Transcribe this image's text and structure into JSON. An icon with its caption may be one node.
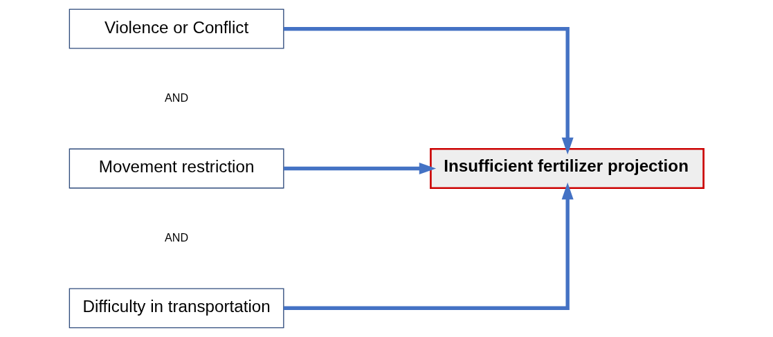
{
  "diagram": {
    "nodes": [
      {
        "text": [
          "Violence or Conflict"
        ]
      },
      {
        "text": [
          "Movement restriction"
        ]
      },
      {
        "text": [
          "Difficulty in transportation"
        ]
      },
      {
        "text": [
          "Insufficient fertilizer projection"
        ]
      }
    ],
    "edges": [
      {
        "from": 0,
        "to": 3,
        "arrow": "to"
      },
      {
        "from": 1,
        "to": 3,
        "arrow": "to"
      },
      {
        "from": 2,
        "to": 3,
        "arrow": "to"
      }
    ],
    "labels": [
      "AND",
      "AND"
    ]
  }
}
